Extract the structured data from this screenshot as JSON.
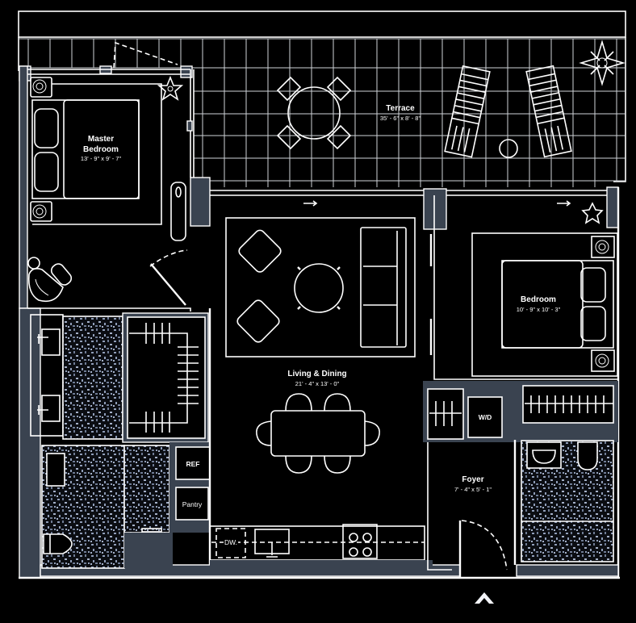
{
  "plan": {
    "colors": {
      "background": "#000000",
      "line": "#ffffff",
      "wall_fill": "#3a4350",
      "tile_speckle": "#8f9db8"
    },
    "rooms": [
      {
        "id": "master-bedroom",
        "name": "Master Bedroom",
        "name_line1": "Master",
        "name_line2": "Bedroom",
        "dimensions": "13' - 9\" x 9' - 7\""
      },
      {
        "id": "terrace",
        "name": "Terrace",
        "dimensions": "35' - 6\" x 8' - 8\""
      },
      {
        "id": "bedroom",
        "name": "Bedroom",
        "dimensions": "10' - 9\" x 10' - 3\""
      },
      {
        "id": "living-dining",
        "name": "Living & Dining",
        "dimensions": "21' - 4\" x 13' - 0\""
      },
      {
        "id": "foyer",
        "name": "Foyer",
        "dimensions": "7' - 4\" x 5' - 1\""
      }
    ],
    "fixture_labels": {
      "refrigerator": "REF",
      "pantry": "Pantry",
      "dishwasher": "DW.",
      "washer_dryer": "W/D"
    },
    "icons": {
      "compass": "compass-rose-icon",
      "entry": "chevron-up-icon"
    }
  }
}
